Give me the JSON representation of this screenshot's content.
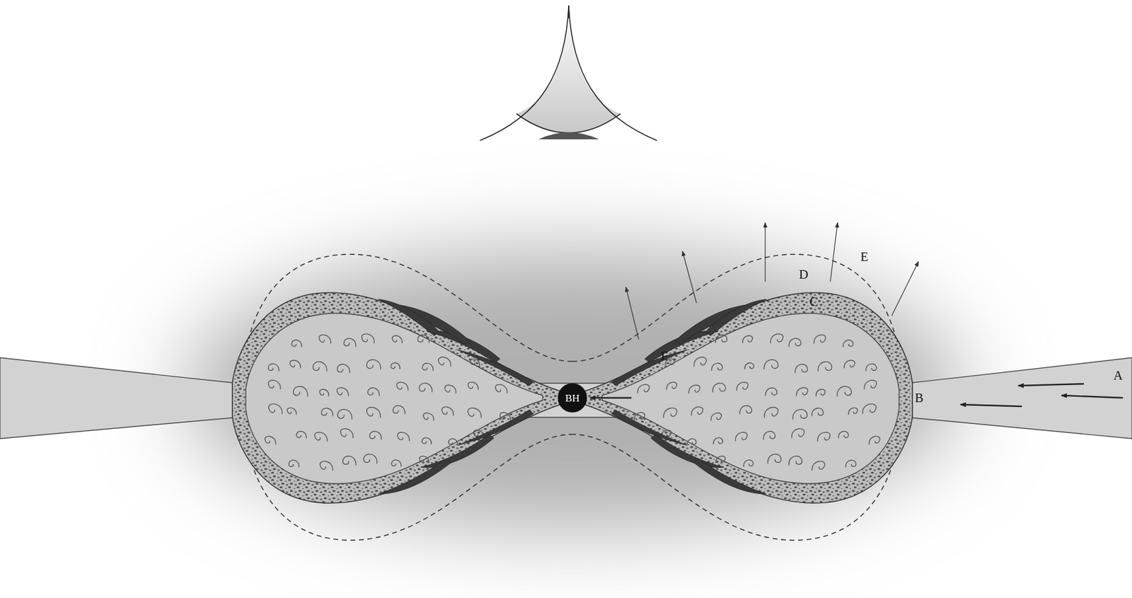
{
  "diagram": {
    "nodes": [
      {
        "text": [
          "BH"
        ]
      }
    ],
    "labels": [
      "A",
      "B",
      "C",
      "D",
      "E",
      "F"
    ]
  }
}
